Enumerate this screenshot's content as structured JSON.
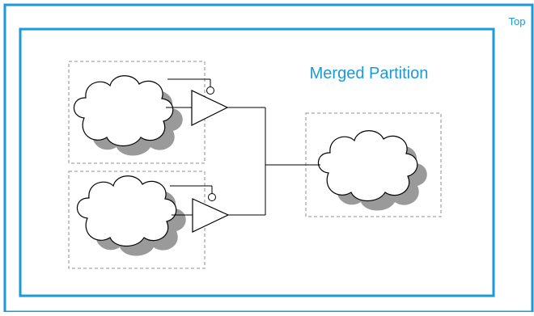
{
  "labels": {
    "top": "Top",
    "merged_partition": "Merged Partition"
  },
  "colors": {
    "frame_blue": "#1a9ad6",
    "box_gray": "#a8a8a8",
    "cloud_shadow": "#9a9a9a",
    "line_black": "#000000",
    "background": "#ffffff"
  },
  "elements": {
    "partitions": [
      "upper-left-partition",
      "lower-left-partition",
      "right-partition"
    ],
    "clouds": [
      "upper-left-cloud",
      "lower-left-cloud",
      "right-cloud"
    ],
    "buffers": [
      "upper-tristate-buffer",
      "lower-tristate-buffer"
    ]
  }
}
